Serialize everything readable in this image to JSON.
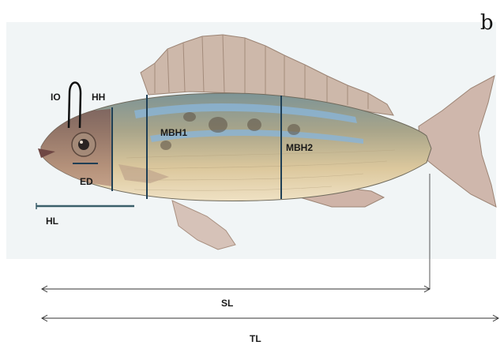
{
  "panel_letter": "b",
  "labels": {
    "io": "IO",
    "hh": "HH",
    "mbh1": "MBH1",
    "mbh2": "MBH2",
    "ed": "ED",
    "hl": "HL",
    "sl": "SL",
    "tl": "TL"
  },
  "colors": {
    "measure_line": "#1f3f55",
    "arrow_line": "#333333",
    "background_wash": "#eef3f4",
    "fish_back": "#8fa6a8",
    "fish_belly": "#e6d4b0",
    "fish_blue": "#88b3d6",
    "fish_fin": "#c9b3a8"
  }
}
